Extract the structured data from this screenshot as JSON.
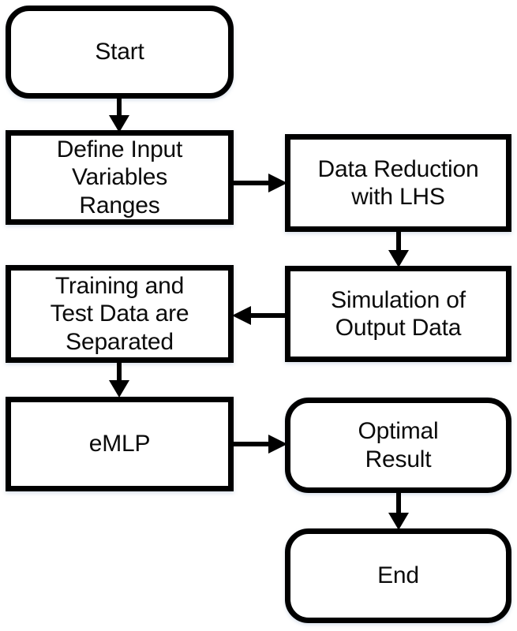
{
  "diagram": {
    "title": "eMLP optimization workflow flowchart",
    "background_color": "#ffffff",
    "stroke_color": "#000000",
    "text_color": "#0b0b0b",
    "nodes": [
      {
        "id": "start",
        "label": "Start",
        "shape": "terminator"
      },
      {
        "id": "define_input",
        "label": "Define Input\nVariables\nRanges",
        "shape": "process"
      },
      {
        "id": "data_reduction",
        "label": "Data Reduction\nwith LHS",
        "shape": "process"
      },
      {
        "id": "simulation",
        "label": "Simulation of\nOutput Data",
        "shape": "process"
      },
      {
        "id": "training",
        "label": "Training and\nTest Data are\nSeparated",
        "shape": "process"
      },
      {
        "id": "emlp",
        "label": "eMLP",
        "shape": "process"
      },
      {
        "id": "optimal",
        "label": "Optimal\nResult",
        "shape": "terminator"
      },
      {
        "id": "end",
        "label": "End",
        "shape": "terminator"
      }
    ],
    "edges": [
      {
        "from": "start",
        "to": "define_input",
        "direction": "down"
      },
      {
        "from": "define_input",
        "to": "data_reduction",
        "direction": "right"
      },
      {
        "from": "data_reduction",
        "to": "simulation",
        "direction": "down"
      },
      {
        "from": "simulation",
        "to": "training",
        "direction": "left"
      },
      {
        "from": "training",
        "to": "emlp",
        "direction": "down"
      },
      {
        "from": "emlp",
        "to": "optimal",
        "direction": "right"
      },
      {
        "from": "optimal",
        "to": "end",
        "direction": "down"
      }
    ]
  }
}
